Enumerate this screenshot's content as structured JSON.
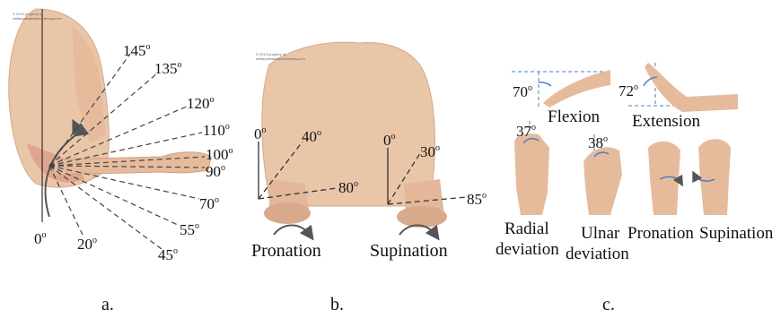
{
  "panels": {
    "a": {
      "caption": "a.",
      "angle_labels": [
        "145",
        "135",
        "120",
        "110",
        "100",
        "90",
        "70",
        "55",
        "45",
        "20",
        "0"
      ],
      "degree_symbol": "o",
      "watermark": [
        "© 2013 property of",
        "militarydisabilitymadeeasy.com"
      ]
    },
    "b": {
      "caption": "b.",
      "pronation": {
        "label": "Pronation",
        "angles": [
          "0",
          "40",
          "80"
        ]
      },
      "supination": {
        "label": "Supination",
        "angles": [
          "0",
          "30",
          "85"
        ]
      },
      "degree_symbol": "o",
      "watermark": [
        "© 2013 property of",
        "militarydisabilitymadeeasy.com"
      ]
    },
    "c": {
      "caption": "c.",
      "flexion": {
        "label": "Flexion",
        "angle": "70"
      },
      "extension": {
        "label": "Extension",
        "angle": "72"
      },
      "radial": {
        "label_line1": "Radial",
        "label_line2": "deviation",
        "angle": "37"
      },
      "ulnar": {
        "label_line1": "Ulnar",
        "label_line2": "deviation",
        "angle": "38"
      },
      "pronation_label": "Pronation",
      "supination_label": "Supination",
      "degree_symbol": "o"
    }
  },
  "colors": {
    "skin": "#eac6a8",
    "skin_shadow": "#d9a98c",
    "skin_red": "#d58a78",
    "guide_line": "#333333",
    "blue_guide": "#4a7fc4"
  }
}
